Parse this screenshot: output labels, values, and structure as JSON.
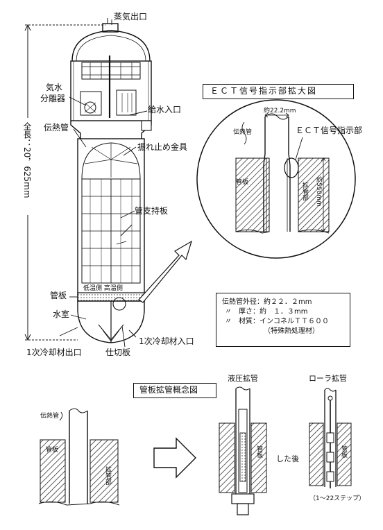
{
  "labels": {
    "steam_outlet": "蒸気出口",
    "separator_1": "気水",
    "separator_2": "分離器",
    "feedwater_inlet": "給水入口",
    "heat_tube": "伝熱管",
    "anti_vibration": "振れ止め金具",
    "tube_support": "管支持板",
    "total_length": "全長：20，625mm",
    "tube_sheet": "管板",
    "cold_hot": "低温側 高温側",
    "water_chamber": "水室",
    "primary_outlet": "1次冷却材出口",
    "partition": "仕切板",
    "primary_inlet": "1次冷却材入口"
  },
  "ect": {
    "title": "ＥＣＴ信号指示部拡大図",
    "diameter": "約22.2mm",
    "heat_tube": "伝熱管",
    "indicator": "ＥＣＴ信号指示部",
    "tube_sheet": "管板",
    "expanded": "拡管部",
    "length": "約550mm"
  },
  "spec": {
    "line1": "伝熱管外径：約２２．２mm",
    "line2": "〃　厚さ：約　１．３mm",
    "line3": "〃　材質：インコネルＴＴ６００",
    "line4": "（特殊熱処理材）"
  },
  "expansion": {
    "title": "管板拡管概念図",
    "heat_tube": "伝熱管",
    "tube_sheet": "管板",
    "expanded": "拡管部",
    "hydraulic": "液圧拡管",
    "roller": "ローラ拡管",
    "after": "した後",
    "tube_sheet_2": "管板",
    "tube_sheet_3": "管板",
    "steps": "（1～22ステップ）"
  }
}
